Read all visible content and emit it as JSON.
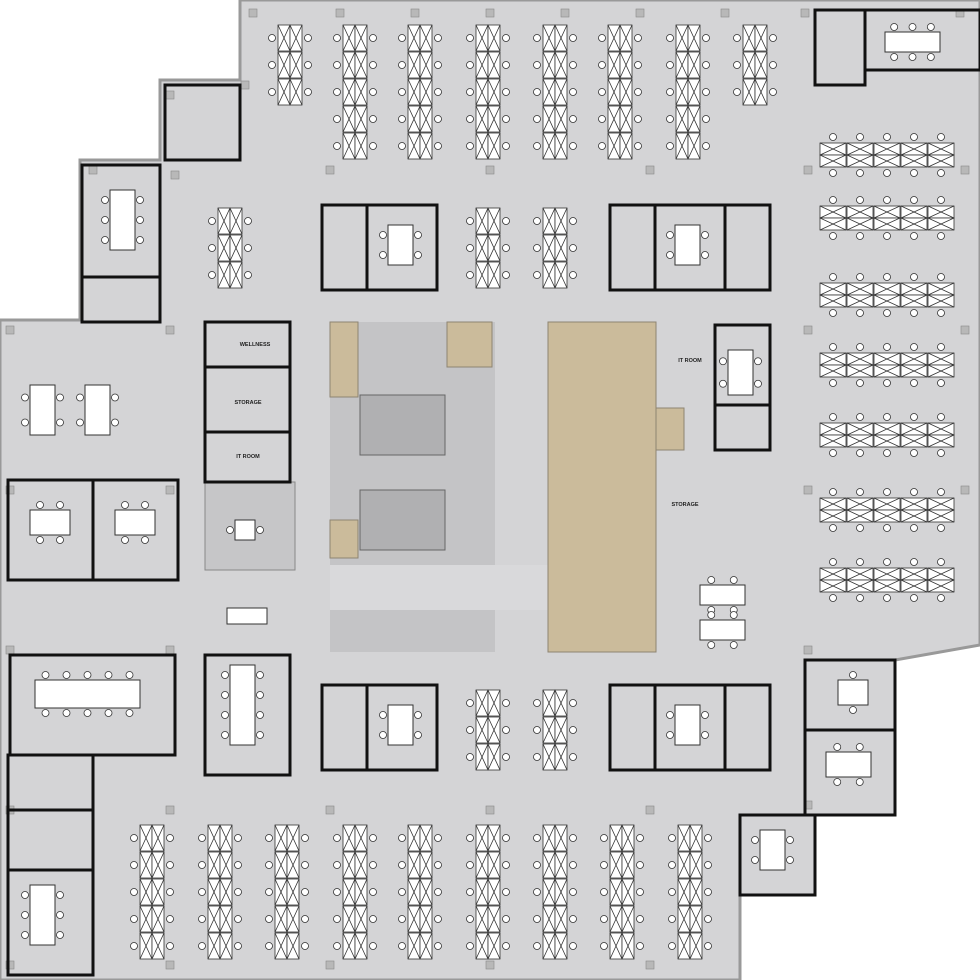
{
  "floor_plan": {
    "room_labels": {
      "wellness": "WELLNESS",
      "storage_west": "STORAGE",
      "it_room_west": "IT ROOM",
      "it_room_east": "IT ROOM",
      "storage_east": "STORAGE"
    },
    "colors": {
      "floor": "#d4d4d6",
      "core_gray": "#bdbdbf",
      "core_tan": "#cbbb9b",
      "wall": "#111111",
      "furniture": "#ffffff"
    }
  }
}
